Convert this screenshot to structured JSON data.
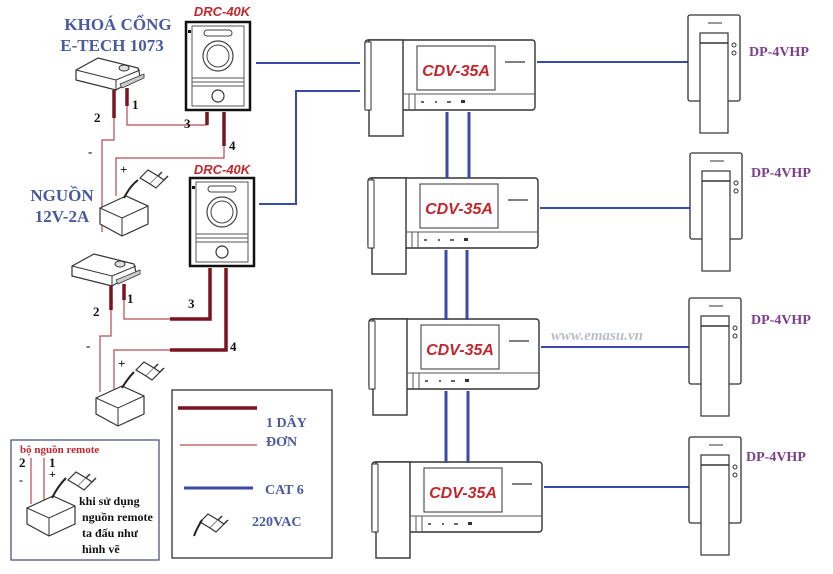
{
  "labels": {
    "gate_lock_line1": "KHOÁ CỔNG",
    "gate_lock_line2": "E-TECH 1073",
    "power_line1": "NGUỒN",
    "power_line2": "12V-2A",
    "door_station_model": "DRC-40K",
    "monitor_model": "CDV-35A",
    "sub_phone_model": "DP-4VHP",
    "watermark": "www.emasu.vn"
  },
  "terminals": [
    "1",
    "2",
    "3",
    "4"
  ],
  "polarity": {
    "minus": "-",
    "plus": "+"
  },
  "remote_box": {
    "title": "bộ nguồn remote",
    "terminal_left": "2",
    "terminal_right": "1",
    "minus": "-",
    "plus": "+",
    "note_lines": [
      "khi sử dụng",
      "nguồn remote",
      "ta đấu như",
      "hình vẽ"
    ]
  },
  "legend": {
    "single_wire_line1": "1 DÂY",
    "single_wire_line2": "ĐƠN",
    "cat6": "CAT 6",
    "ac_power": "220VAC"
  },
  "colors": {
    "thick_wire": "#7a1420",
    "thin_wire": "#b84a50",
    "cat6": "#3b4aa8",
    "model_red": "#c0282d",
    "label_blue": "#4a5a9e",
    "label_purple": "#7b3f8c"
  }
}
